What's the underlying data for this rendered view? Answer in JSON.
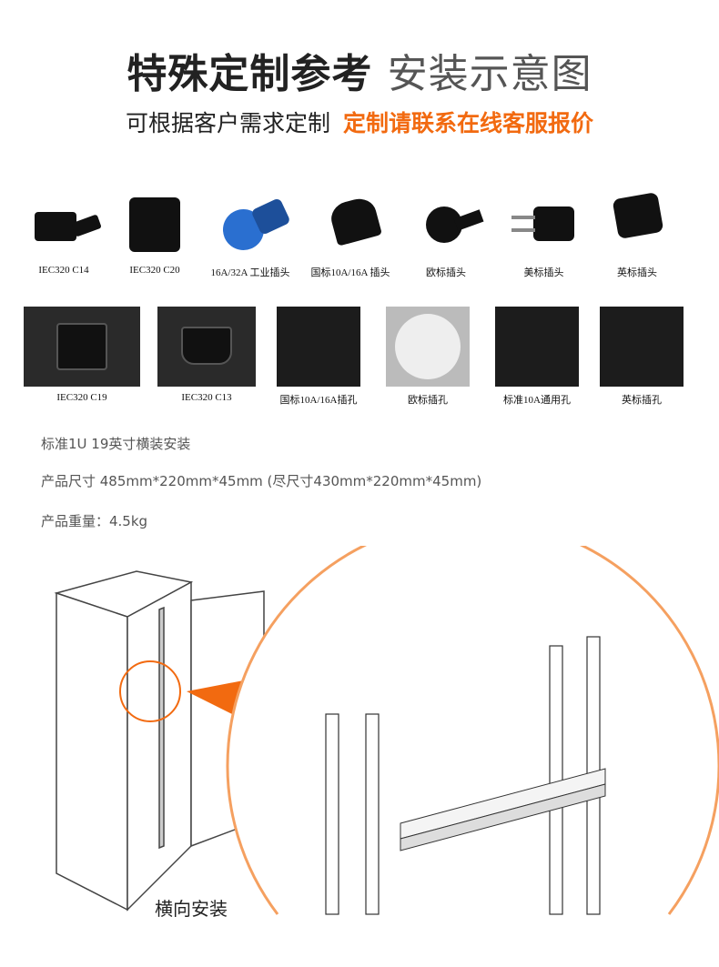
{
  "header": {
    "title_bold": "特殊定制参考",
    "title_light": "安装示意图",
    "subtitle": "可根据客户需求定制",
    "subtitle_highlight": "定制请联系在线客服报价"
  },
  "plugs": [
    {
      "label": "IEC320 C14",
      "icon": "iec-c14-plug-icon"
    },
    {
      "label": "IEC320 C20",
      "icon": "iec-c20-plug-icon"
    },
    {
      "label": "16A/32A 工业插头",
      "icon": "industrial-plug-icon"
    },
    {
      "label": "国标10A/16A 插头",
      "icon": "china-plug-icon"
    },
    {
      "label": "欧标插头",
      "icon": "eu-plug-icon"
    },
    {
      "label": "美标插头",
      "icon": "us-plug-icon"
    },
    {
      "label": "英标插头",
      "icon": "uk-plug-icon"
    }
  ],
  "sockets": [
    {
      "label": "IEC320 C19",
      "icon": "iec-c19-socket-icon"
    },
    {
      "label": "IEC320 C13",
      "icon": "iec-c13-socket-icon"
    },
    {
      "label": "国标10A/16A插孔",
      "icon": "china-socket-icon"
    },
    {
      "label": "欧标插孔",
      "icon": "eu-socket-icon"
    },
    {
      "label": "标准10A通用孔",
      "icon": "universal-socket-icon"
    },
    {
      "label": "英标插孔",
      "icon": "uk-socket-icon"
    }
  ],
  "specs": {
    "mount": "标准1U 19英寸横装安装",
    "size": "产品尺寸 485mm*220mm*45mm (尽尺寸430mm*220mm*45mm)",
    "weight": "产品重量：4.5kg"
  },
  "diagram": {
    "caption": "横向安装"
  },
  "colors": {
    "accent": "#f26a10",
    "title": "#222222"
  }
}
